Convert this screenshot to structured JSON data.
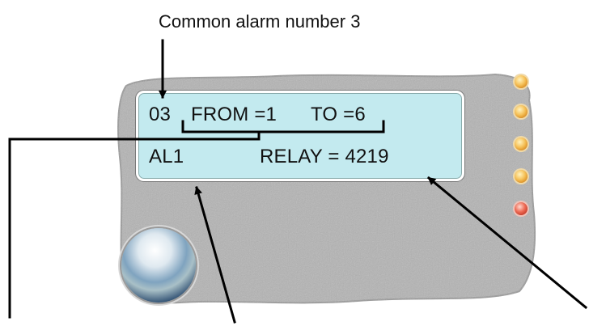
{
  "caption": "Common alarm number 3",
  "display": {
    "line1": {
      "alarm_number": "03",
      "from_label": "FROM =1",
      "to_label": "TO =6"
    },
    "line2": {
      "alarm_id": "AL1",
      "relay_label": "RELAY = 4219"
    }
  },
  "indicators": [
    {
      "name": "led-1",
      "color": "#f2b24a"
    },
    {
      "name": "led-2",
      "color": "#f2b24a"
    },
    {
      "name": "led-3",
      "color": "#f2b24a"
    },
    {
      "name": "led-4",
      "color": "#f2b24a"
    },
    {
      "name": "led-5",
      "color": "#e0533f"
    }
  ],
  "colors": {
    "panel": "#a9a9a9",
    "lcd_background": "#c3eaef",
    "arrow": "#000000"
  }
}
